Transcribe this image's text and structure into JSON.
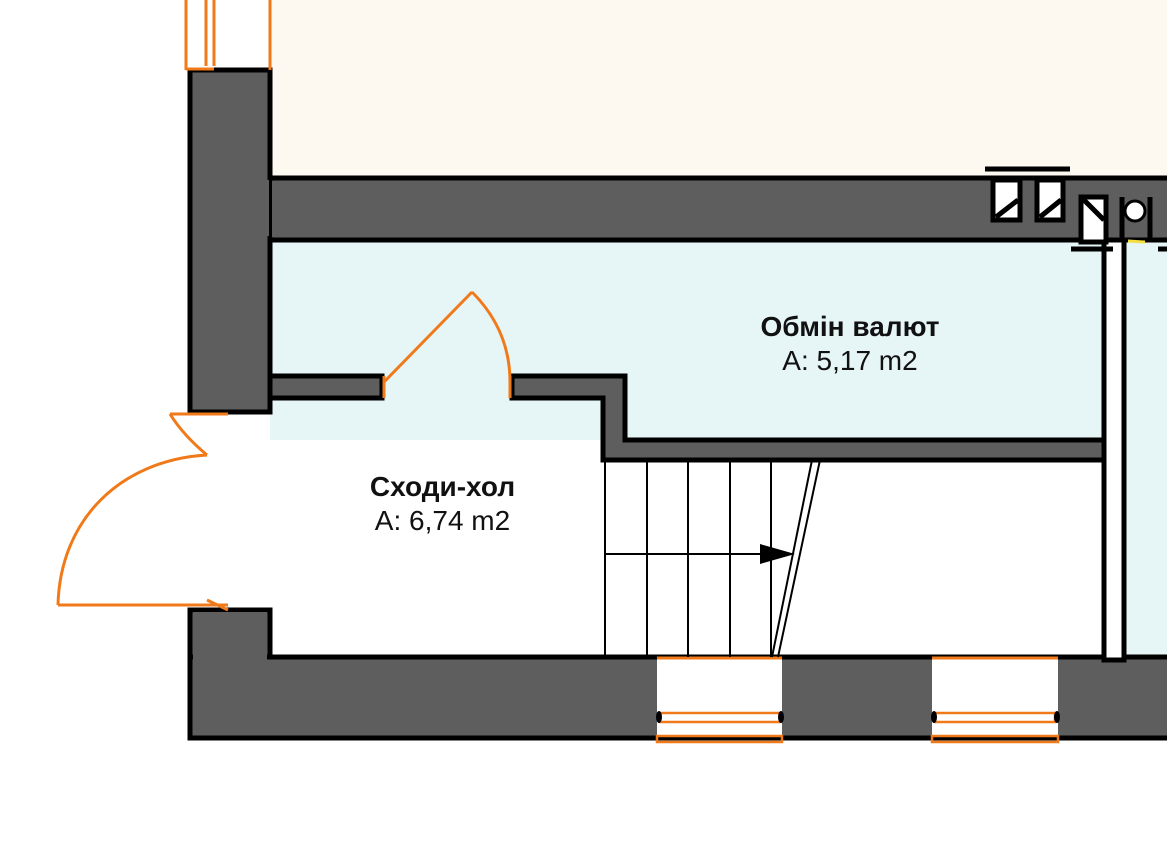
{
  "rooms": [
    {
      "name": "Обмін валют",
      "area": "A: 5,17 m2"
    },
    {
      "name": "Сходи-хол",
      "area": "A: 6,74 m2"
    }
  ],
  "colors": {
    "wall": "#5e5e5e",
    "door_window": "#f07a1a",
    "room_top": "#fdf8f0",
    "room_exchange": "#e6f5f6"
  }
}
